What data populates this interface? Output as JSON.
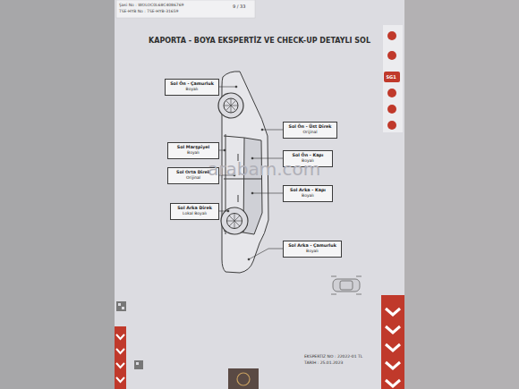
{
  "diagram": {
    "title": "KAPORTA - BOYA EKSPERTİZ VE CHECK-UP DETAYLI SOL",
    "nodes": [
      {
        "text": [
          "Sol Ön - Çamurluk",
          "Boyalı"
        ]
      },
      {
        "text": [
          "Sol Ön - Üst Direk",
          "Orijinal"
        ]
      },
      {
        "text": [
          "Sol Marşpiyel",
          "Boyalı"
        ]
      },
      {
        "text": [
          "Sol Ön - Kapı",
          "Boyalı"
        ]
      },
      {
        "text": [
          "Sol Orta Direk",
          "Orijinal"
        ]
      },
      {
        "text": [
          "Sol Arka - Kapı",
          "Boyalı"
        ]
      },
      {
        "text": [
          "Sol Arka Direk",
          "Lokal Boyalı"
        ]
      },
      {
        "text": [
          "Sol Arka - Çamurluk",
          "Boyalı"
        ]
      }
    ],
    "labels": [
      "Şasi No : WOLOC0L68C4086769",
      "TSE-HYB No : TSE-HYB-31659",
      "9 / 33",
      "SG1",
      "arabam.com",
      "EKSPERTİZ NO : 22022-01 TL",
      "TARİH : 25.01.2023"
    ]
  }
}
